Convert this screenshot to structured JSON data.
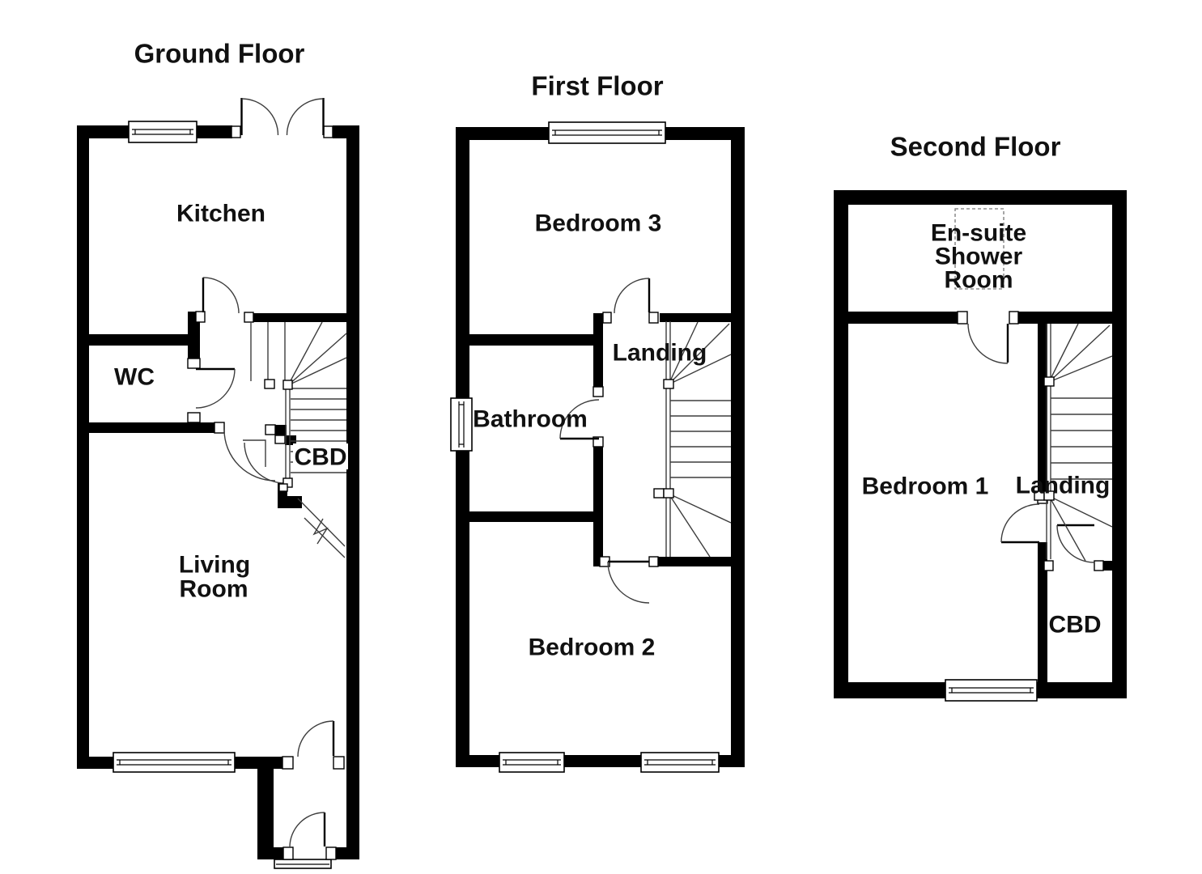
{
  "palette": {
    "wall": "#000000",
    "thin_line": "#3d3d3d",
    "text": "#111111",
    "background": "#ffffff"
  },
  "floors": {
    "ground": {
      "title": "Ground Floor",
      "rooms": {
        "kitchen": "Kitchen",
        "wc": "WC",
        "cbd": "CBD",
        "living_line1": "Living",
        "living_line2": "Room"
      }
    },
    "first": {
      "title": "First Floor",
      "rooms": {
        "bedroom3": "Bedroom 3",
        "landing": "Landing",
        "bathroom": "Bathroom",
        "bedroom2": "Bedroom 2"
      }
    },
    "second": {
      "title": "Second Floor",
      "rooms": {
        "ensuite_line1": "En-suite",
        "ensuite_line2": "Shower",
        "ensuite_line3": "Room",
        "bedroom1": "Bedroom 1",
        "landing": "Landing",
        "cbd": "CBD"
      }
    }
  }
}
